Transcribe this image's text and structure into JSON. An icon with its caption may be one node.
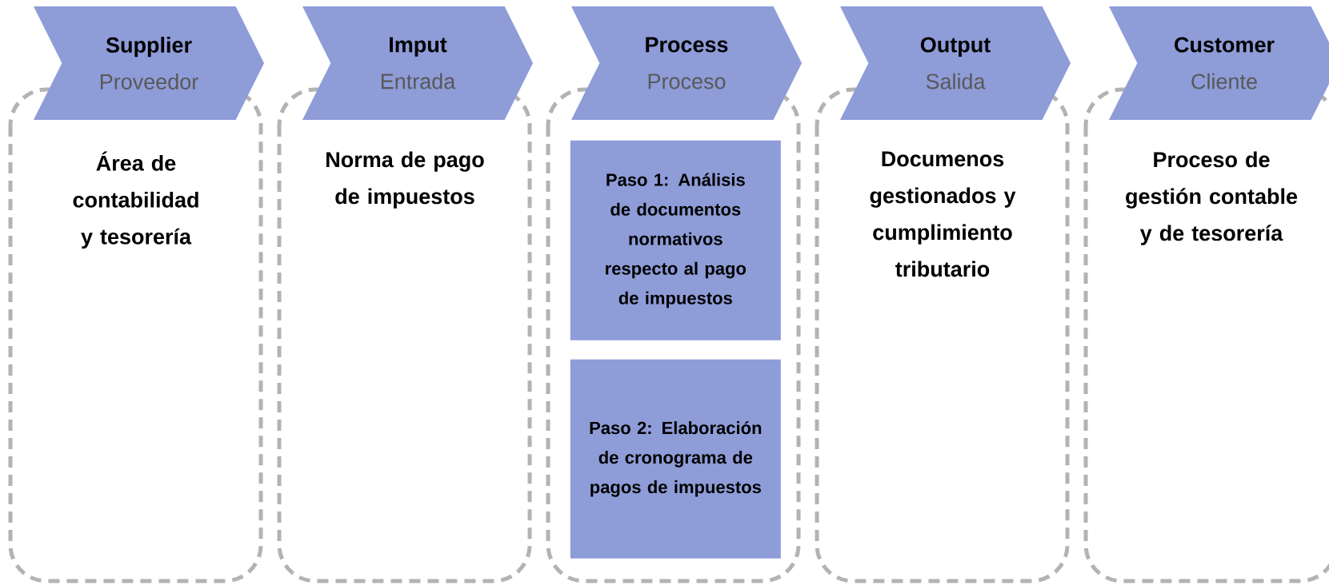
{
  "diagram": {
    "nodes": [
      {
        "text": [
          "Supplier",
          "Proveedor"
        ]
      },
      {
        "text": [
          "Área de contabilidad y tesorería"
        ]
      },
      {
        "text": [
          "Imput",
          "Entrada"
        ]
      },
      {
        "text": [
          "Norma de pago de impuestos"
        ]
      },
      {
        "text": [
          "Process",
          "Proceso"
        ]
      },
      {
        "text": [],
        "shape": "box"
      },
      {
        "text": [
          "Paso 1: Análisis de documentos normativos respecto al pago de impuestos"
        ],
        "in": 5
      },
      {
        "text": [
          "Paso 2: Elaboración de cronograma de pagos de impuestos"
        ],
        "in": 5
      },
      {
        "text": [
          "Output",
          "Salida"
        ]
      },
      {
        "text": [
          "Documenos gestionados y cumplimiento tributario"
        ]
      },
      {
        "text": [
          "Customer",
          "Cliente"
        ]
      },
      {
        "text": [
          "Proceso de gestión contable y de tesorería"
        ]
      }
    ]
  }
}
